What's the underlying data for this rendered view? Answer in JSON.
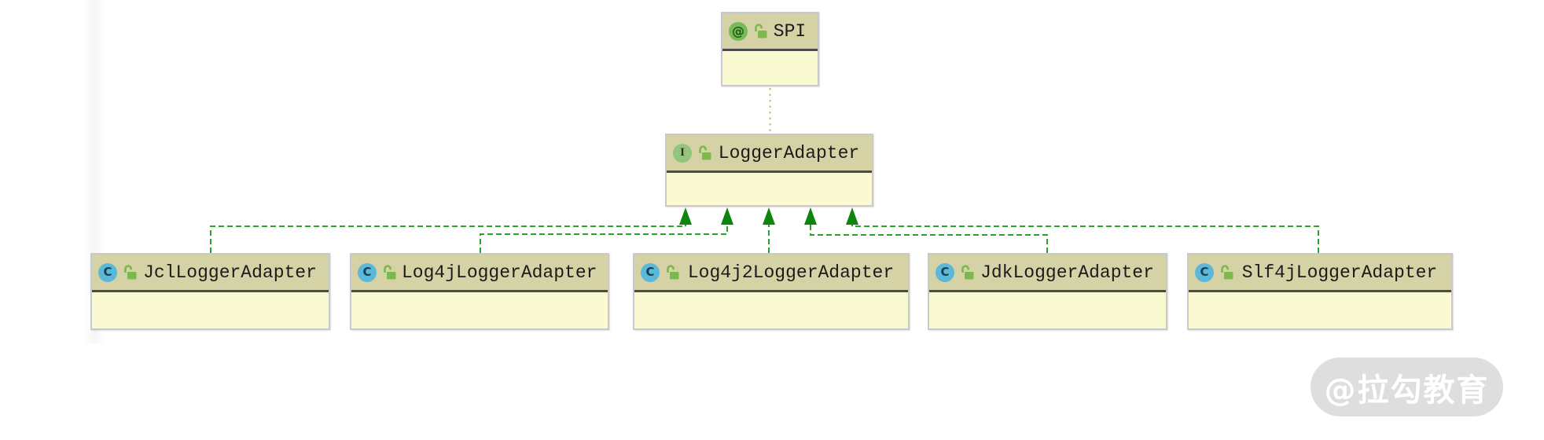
{
  "diagram": {
    "nodes": [
      {
        "id": "spi",
        "name": "SPI",
        "kind": "annotation",
        "visibility": "public"
      },
      {
        "id": "logger",
        "name": "LoggerAdapter",
        "kind": "interface",
        "visibility": "public"
      },
      {
        "id": "jcl",
        "name": "JclLoggerAdapter",
        "kind": "class",
        "visibility": "public"
      },
      {
        "id": "log4j",
        "name": "Log4jLoggerAdapter",
        "kind": "class",
        "visibility": "public"
      },
      {
        "id": "log4j2",
        "name": "Log4j2LoggerAdapter",
        "kind": "class",
        "visibility": "public"
      },
      {
        "id": "jdk",
        "name": "JdkLoggerAdapter",
        "kind": "class",
        "visibility": "public"
      },
      {
        "id": "slf4j",
        "name": "Slf4jLoggerAdapter",
        "kind": "class",
        "visibility": "public"
      }
    ],
    "edges": [
      {
        "from": "LoggerAdapter",
        "to": "SPI",
        "type": "annotated-by",
        "style": "dotted"
      },
      {
        "from": "JclLoggerAdapter",
        "to": "LoggerAdapter",
        "type": "realization",
        "style": "dashed-arrow"
      },
      {
        "from": "Log4jLoggerAdapter",
        "to": "LoggerAdapter",
        "type": "realization",
        "style": "dashed-arrow"
      },
      {
        "from": "Log4j2LoggerAdapter",
        "to": "LoggerAdapter",
        "type": "realization",
        "style": "dashed-arrow"
      },
      {
        "from": "JdkLoggerAdapter",
        "to": "LoggerAdapter",
        "type": "realization",
        "style": "dashed-arrow"
      },
      {
        "from": "Slf4jLoggerAdapter",
        "to": "LoggerAdapter",
        "type": "realization",
        "style": "dashed-arrow"
      }
    ]
  },
  "icons": {
    "annotation_glyph": "@",
    "interface_glyph": "I",
    "class_glyph": "C"
  },
  "watermark": {
    "text": "@拉勾教育"
  },
  "colors": {
    "header_bg": "#d5d2a6",
    "body_bg": "#fafad2",
    "border": "#c9c9c9",
    "separator": "#4b4b4b",
    "edge_green": "#2ba32b",
    "arrow_green": "#0e850e",
    "dotted_olive": "#bcbf6d",
    "annotation_icon_bg": "#79ba58",
    "interface_icon_bg": "#93c67c",
    "class_icon_bg": "#5cb8d9",
    "lock_green": "#7db84f",
    "watermark_bg": "#d9d9d9",
    "watermark_text": "#ffffff"
  }
}
